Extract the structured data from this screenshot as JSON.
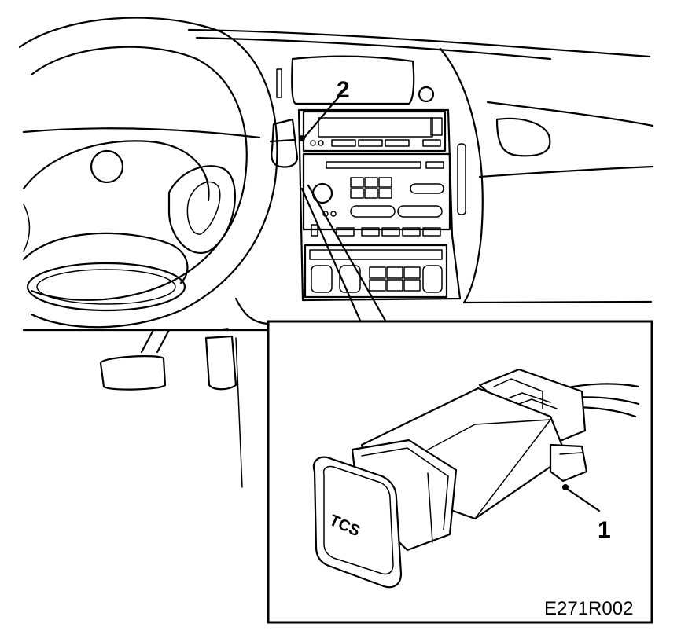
{
  "figure": {
    "callout_1": "1",
    "callout_2": "2",
    "switch_label": "TCS",
    "figure_code": "E271R002"
  }
}
